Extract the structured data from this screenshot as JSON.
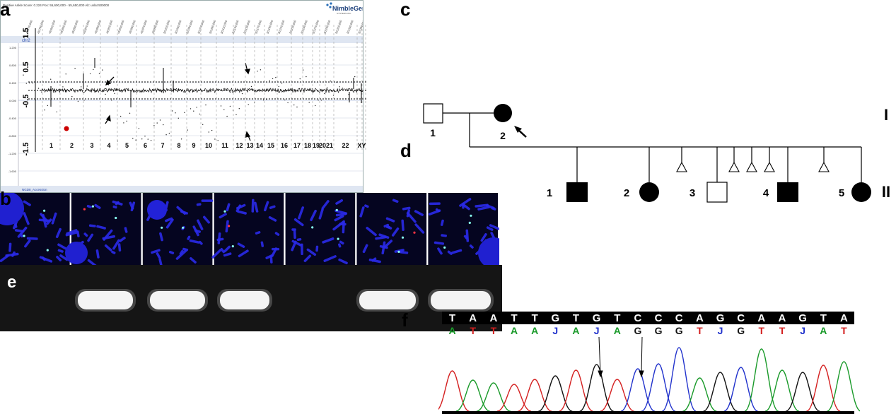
{
  "panels": {
    "a": "a",
    "b": "b",
    "c": "c",
    "d": "d",
    "e": "e",
    "f": "f"
  },
  "panel_a": {
    "y_ticks": [
      "1.5",
      "0.5",
      "-0.5",
      "-1.5"
    ],
    "chromosomes": [
      "1",
      "2",
      "3",
      "4",
      "5",
      "6",
      "7",
      "8",
      "9",
      "10",
      "11",
      "12",
      "13",
      "14",
      "15",
      "16",
      "17",
      "18",
      "19",
      "20",
      "21",
      "22",
      "X",
      "Y"
    ],
    "highlight_color": "#cc0000"
  },
  "panel_b": {
    "header_text": "Positive Ankle Score: 0.224 Pos: 55,600,000 - 55,650,000 Alt: unlat 500000",
    "logo_main": "NimbleGen",
    "logo_sub": "SYSTEMS INC.",
    "track_label": "chr2",
    "y_ticks": [
      "1.200",
      "0.800",
      "0.400",
      "0.000",
      "-0.400",
      "-0.800",
      "-1.200",
      "-1.600",
      "-2.000"
    ],
    "footer_text": "NGD8_Accession",
    "x_ticks": [
      "49,770,000",
      "49,790,000",
      "49,810,000",
      "49,830,000",
      "49,850,000",
      "49,870,000",
      "49,890,000",
      "49,910,000",
      "49,930,000",
      "49,950,000",
      "49,970,000",
      "49,990,000",
      "50,010,000",
      "50,030,000",
      "50,050,000",
      "50,070,000",
      "50,090,000",
      "50,110,000",
      "50,130,000",
      "50,150,000",
      "50,170,000",
      "50,190,000",
      "50,210,000",
      "50,230,000",
      "50,250,000",
      "50,270,000",
      "50,290,000",
      "50,310,000",
      "50,330,000",
      "50,350,000"
    ]
  },
  "panel_d": {
    "generation_I": "I",
    "generation_II": "II",
    "gen1": [
      {
        "id": "1",
        "sex": "male",
        "affected": false
      },
      {
        "id": "2",
        "sex": "female",
        "affected": true,
        "proband": true
      }
    ],
    "gen2": [
      {
        "id": "1",
        "sex": "male",
        "affected": true
      },
      {
        "id": "2",
        "sex": "female",
        "affected": true
      },
      {
        "id": "3",
        "sex": "male",
        "affected": false
      },
      {
        "id": "4",
        "sex": "male",
        "affected": true
      },
      {
        "id": "5",
        "sex": "female",
        "affected": true
      }
    ]
  },
  "panel_e": {
    "lanes_with_band": [
      true,
      true,
      true,
      false,
      true,
      true
    ]
  },
  "panel_f": {
    "top_sequence": [
      "T",
      "A",
      "A",
      "T",
      "T",
      "G",
      "T",
      "G",
      "T",
      "C",
      "C",
      "C",
      "A",
      "G",
      "C",
      "A",
      "A",
      "G",
      "T",
      "A"
    ],
    "bottom_sequence": [
      "A",
      "T",
      "T",
      "A",
      "A",
      "J",
      "A",
      "J",
      "A",
      "G",
      "G",
      "G",
      "T",
      "J",
      "G",
      "T",
      "T",
      "J",
      "A",
      "T"
    ],
    "base_colors": {
      "A": "#1a9a2a",
      "T": "#d42020",
      "G": "#111111",
      "C": "#2233cc",
      "J": "#2233cc"
    }
  }
}
